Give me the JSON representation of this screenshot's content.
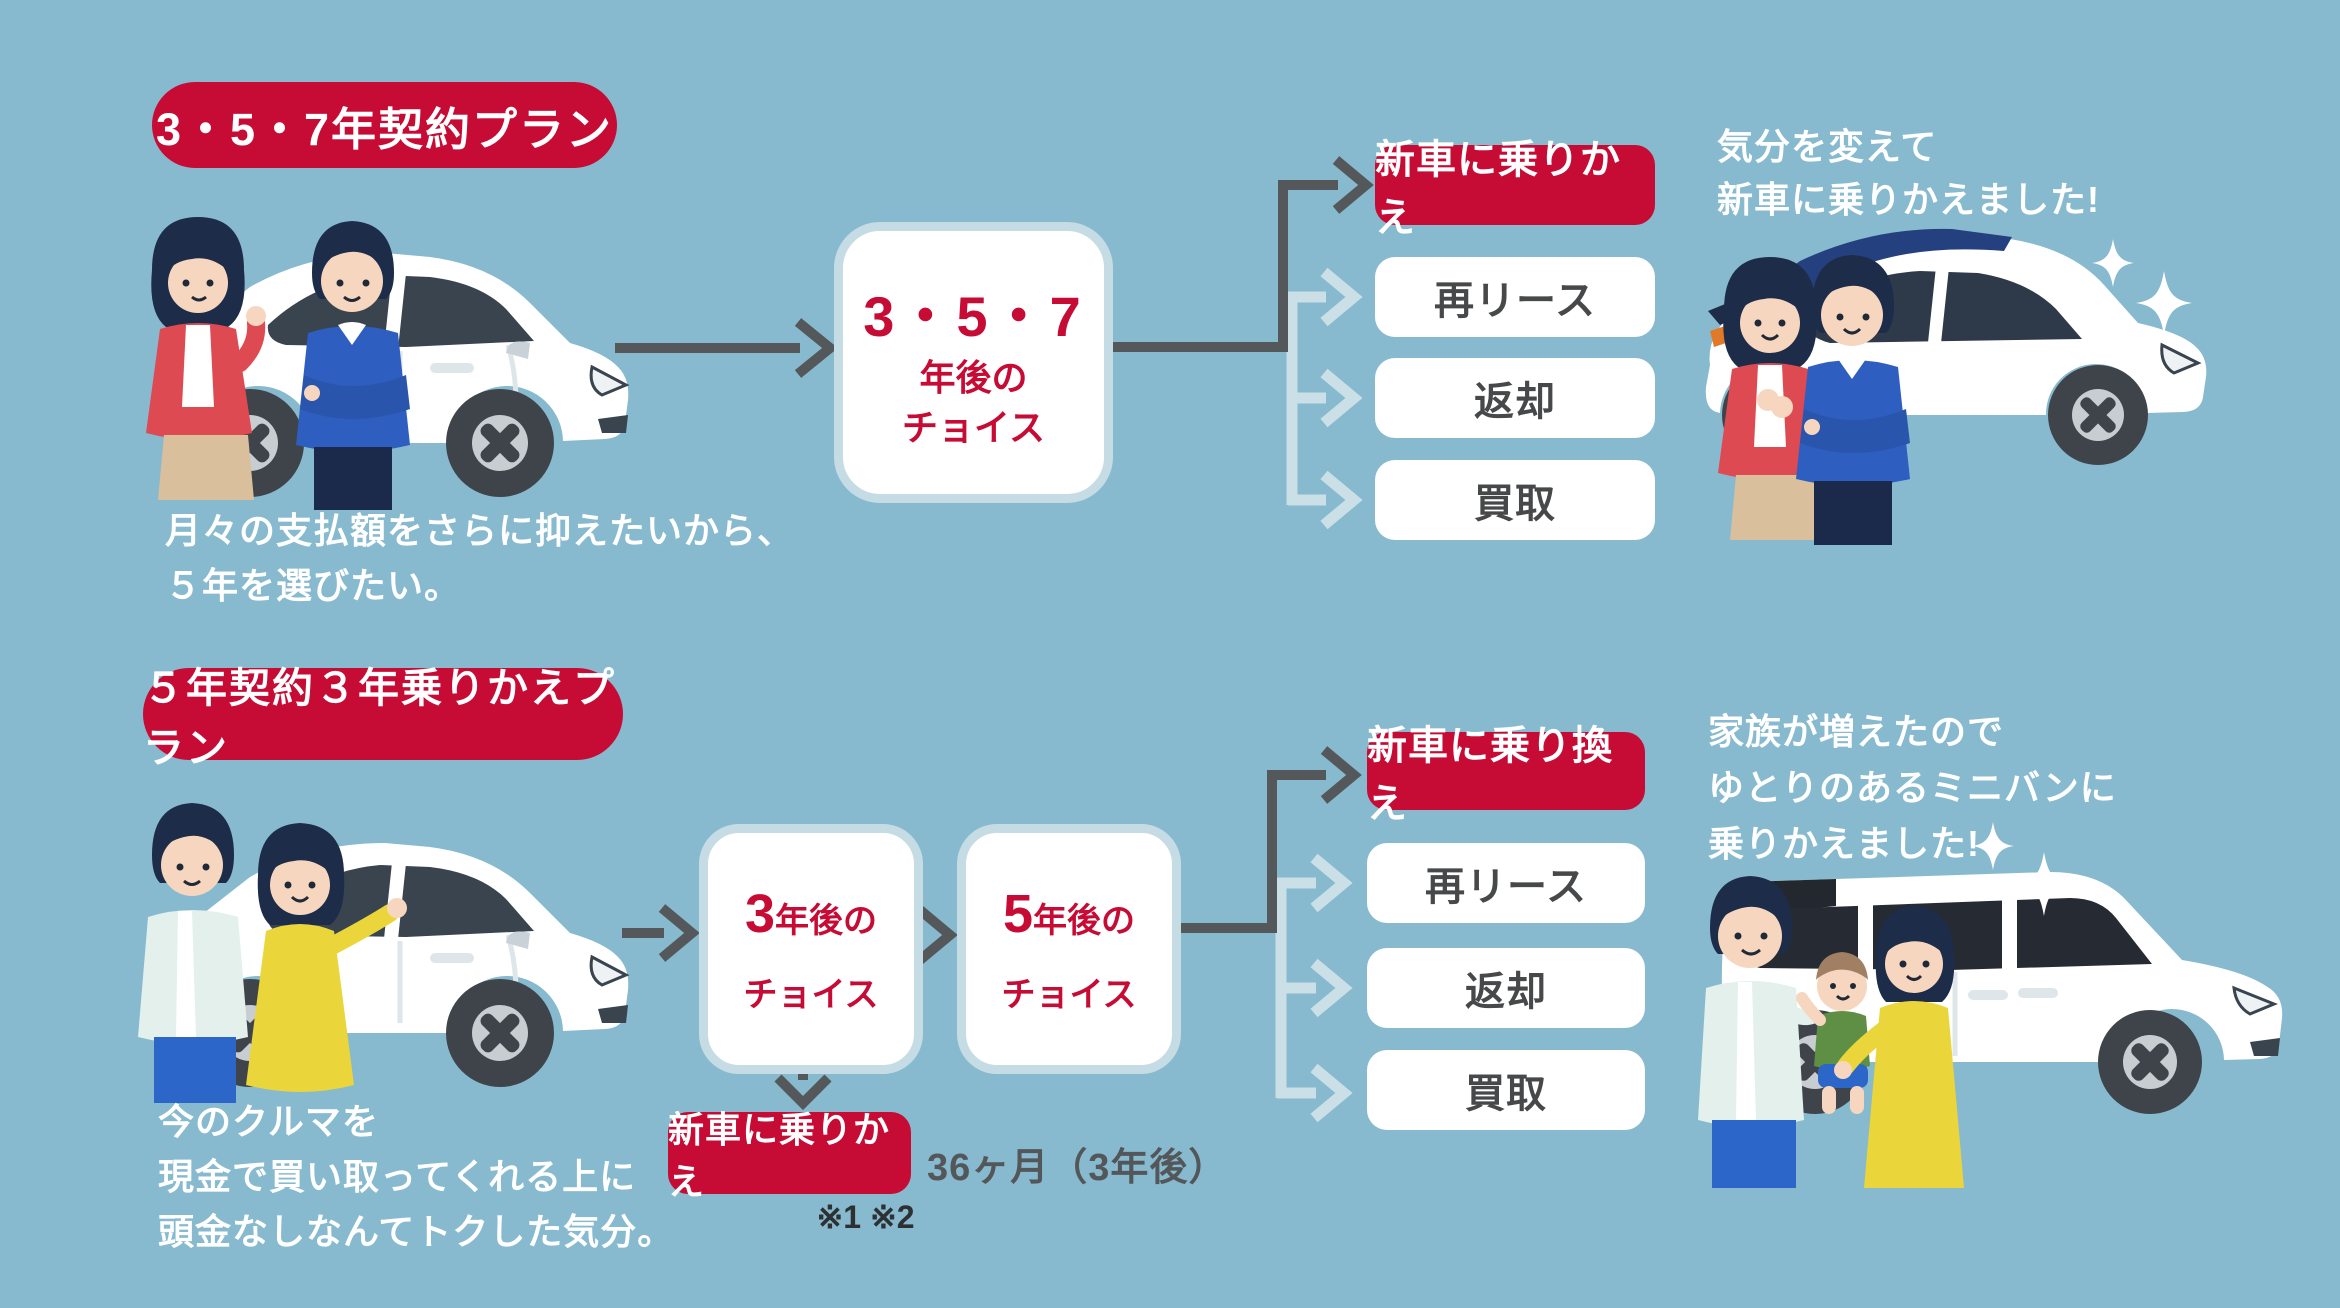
{
  "colors": {
    "background": "#87BACF",
    "red": "#C60B35",
    "line_dark": "#55585A",
    "line_light": "#CBDFE7",
    "halo": "#C6DCE4",
    "text_dark": "#46484A",
    "note_gray": "#54575A",
    "footnote_dark": "#2E3134",
    "white": "#FFFFFF"
  },
  "decorations": {
    "sparkle_icon": "✦"
  },
  "plan1": {
    "title": "3・5・7年契約プラン",
    "caption_left": {
      "line1": "月々の支払額をさらに抑えたいから、",
      "line2": "５年を選びたい。"
    },
    "choice_box": {
      "line1": "3・5・7",
      "line2": "年後の",
      "line3": "チョイス"
    },
    "options": [
      {
        "label": "新車に乗りかえ",
        "type": "red"
      },
      {
        "label": "再リース",
        "type": "white"
      },
      {
        "label": "返却",
        "type": "white"
      },
      {
        "label": "買取",
        "type": "white"
      }
    ],
    "caption_right": {
      "line1": "気分を変えて",
      "line2": "新車に乗りかえました!"
    }
  },
  "plan2": {
    "title": "５年契約３年乗りかえプラン",
    "caption_left": {
      "line1": "今のクルマを",
      "line2": "現金で買い取ってくれる上に",
      "line3": "頭金なしなんてトクした気分。"
    },
    "choice_box_3y": {
      "digit": "3",
      "suffix": "年後の",
      "line2": "チョイス"
    },
    "choice_box_5y": {
      "digit": "5",
      "suffix": "年後の",
      "line2": "チョイス"
    },
    "options": [
      {
        "label": "新車に乗り換え",
        "type": "red"
      },
      {
        "label": "再リース",
        "type": "white"
      },
      {
        "label": "返却",
        "type": "white"
      },
      {
        "label": "買取",
        "type": "white"
      }
    ],
    "switch_box_label": "新車に乗りかえ",
    "switch_note": "36ヶ月（3年後）",
    "footnote": "※1 ※2",
    "caption_right": {
      "line1": "家族が増えたので",
      "line2": "ゆとりのあるミニバンに",
      "line3": "乗りかえました!"
    }
  }
}
